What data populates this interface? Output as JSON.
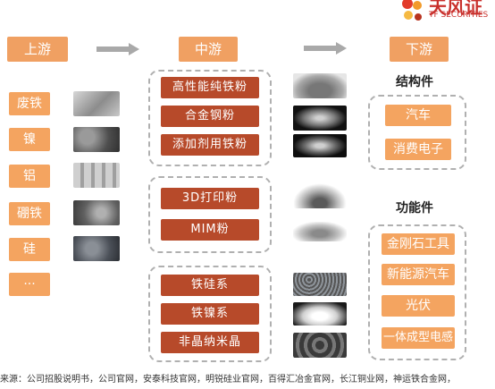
{
  "logo": {
    "cn": "天风证",
    "en": "TF SECURITIES"
  },
  "headers": {
    "upstream": "上游",
    "midstream": "中游",
    "downstream": "下游"
  },
  "upstream_items": [
    "废铁",
    "镍",
    "铝",
    "硼铁",
    "硅",
    "···"
  ],
  "midstream_groups": [
    [
      "高性能纯铁粉",
      "合金钢粉",
      "添加剂用铁粉"
    ],
    [
      "3D打印粉",
      "MIM粉"
    ],
    [
      "铁硅系",
      "铁镍系",
      "非晶纳米晶"
    ]
  ],
  "downstream": {
    "structural": {
      "title": "结构件",
      "items": [
        "汽车",
        "消费电子"
      ]
    },
    "functional": {
      "title": "功能件",
      "items": [
        "金刚石工具",
        "新能源汽车",
        "光伏",
        "一体成型电感"
      ]
    }
  },
  "source_note": "来源：公司招股说明书，公司官网，安泰科技官网，明锐硅业官网，百得汇冶金官网，长江铜业网，神运铁合金网，",
  "colors": {
    "header": "#f0a062",
    "up_box": "#f4a460",
    "mid_box": "#b74a2a",
    "down_box": "#f4a460",
    "dash": "#b0b0b0"
  }
}
